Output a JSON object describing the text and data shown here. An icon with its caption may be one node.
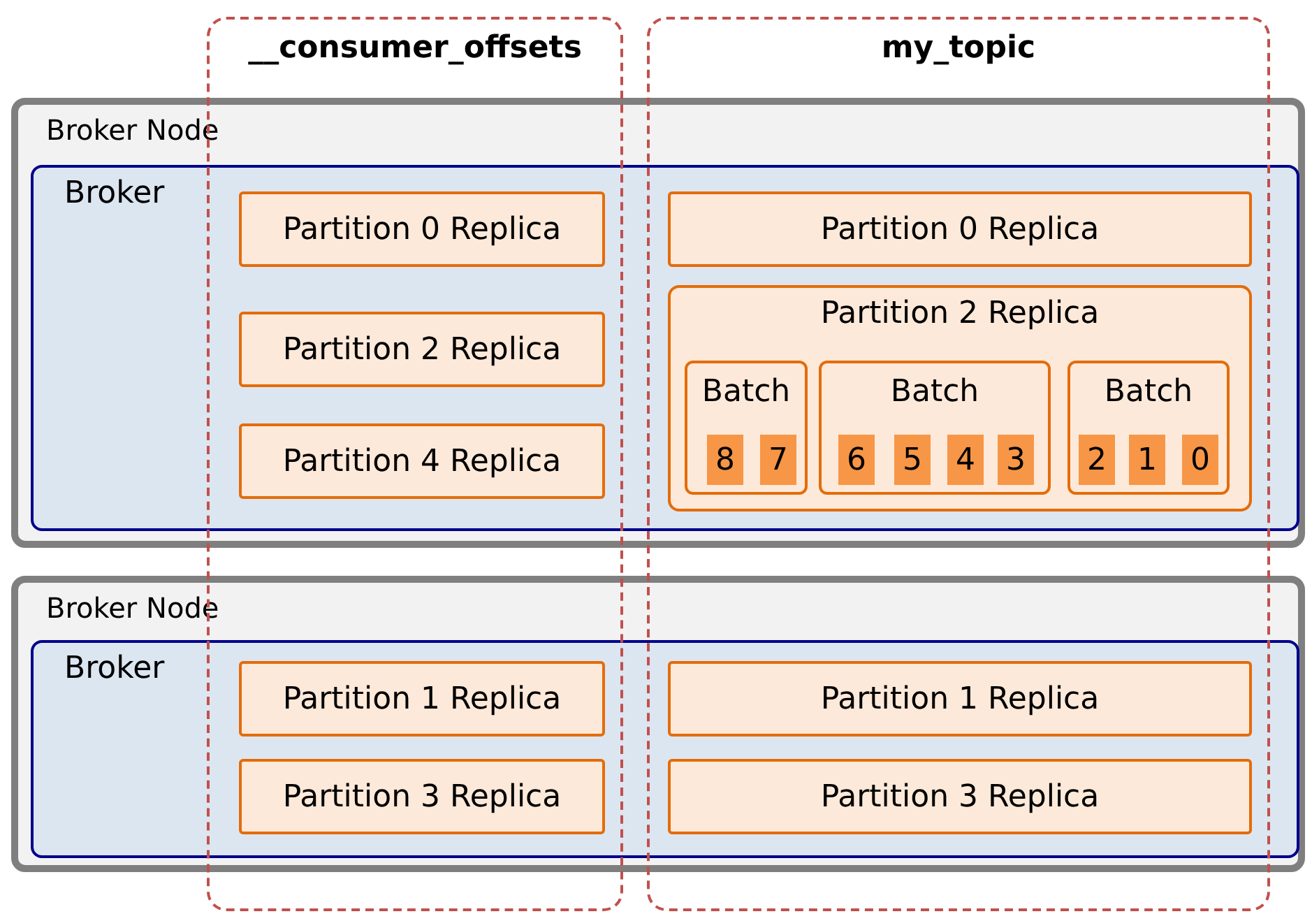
{
  "diagram": {
    "nodes": [
      {
        "text": [
          "__consumer_offsets"
        ]
      },
      {
        "text": [
          "my_topic"
        ]
      },
      {
        "text": [
          "Broker Node"
        ]
      },
      {
        "text": [
          "Broker"
        ],
        "in": 2
      },
      {
        "text": [
          "Partition 0 Replica"
        ]
      },
      {
        "text": [
          "Partition 0 Replica"
        ]
      },
      {
        "text": [
          "Partition 2 Replica"
        ]
      },
      {
        "text": [
          "Partition 2 Replica"
        ]
      },
      {
        "text": [
          "Batch"
        ],
        "in": 7
      },
      {
        "text": [
          "8"
        ],
        "in": 8
      },
      {
        "text": [
          "7"
        ],
        "in": 8
      },
      {
        "text": [
          "Batch"
        ],
        "in": 7
      },
      {
        "text": [
          "6"
        ],
        "in": 11
      },
      {
        "text": [
          "5"
        ],
        "in": 11
      },
      {
        "text": [
          "4"
        ],
        "in": 11
      },
      {
        "text": [
          "3"
        ],
        "in": 11
      },
      {
        "text": [
          "Batch"
        ],
        "in": 7
      },
      {
        "text": [
          "2"
        ],
        "in": 16
      },
      {
        "text": [
          "1"
        ],
        "in": 16
      },
      {
        "text": [
          "0"
        ],
        "in": 16
      },
      {
        "text": [
          "Partition 4 Replica"
        ]
      },
      {
        "text": [
          "Broker Node"
        ]
      },
      {
        "text": [
          "Broker"
        ],
        "in": 21
      },
      {
        "text": [
          "Partition 1 Replica"
        ]
      },
      {
        "text": [
          "Partition 1 Replica"
        ]
      },
      {
        "text": [
          "Partition 3 Replica"
        ]
      },
      {
        "text": [
          "Partition 3 Replica"
        ]
      }
    ]
  }
}
